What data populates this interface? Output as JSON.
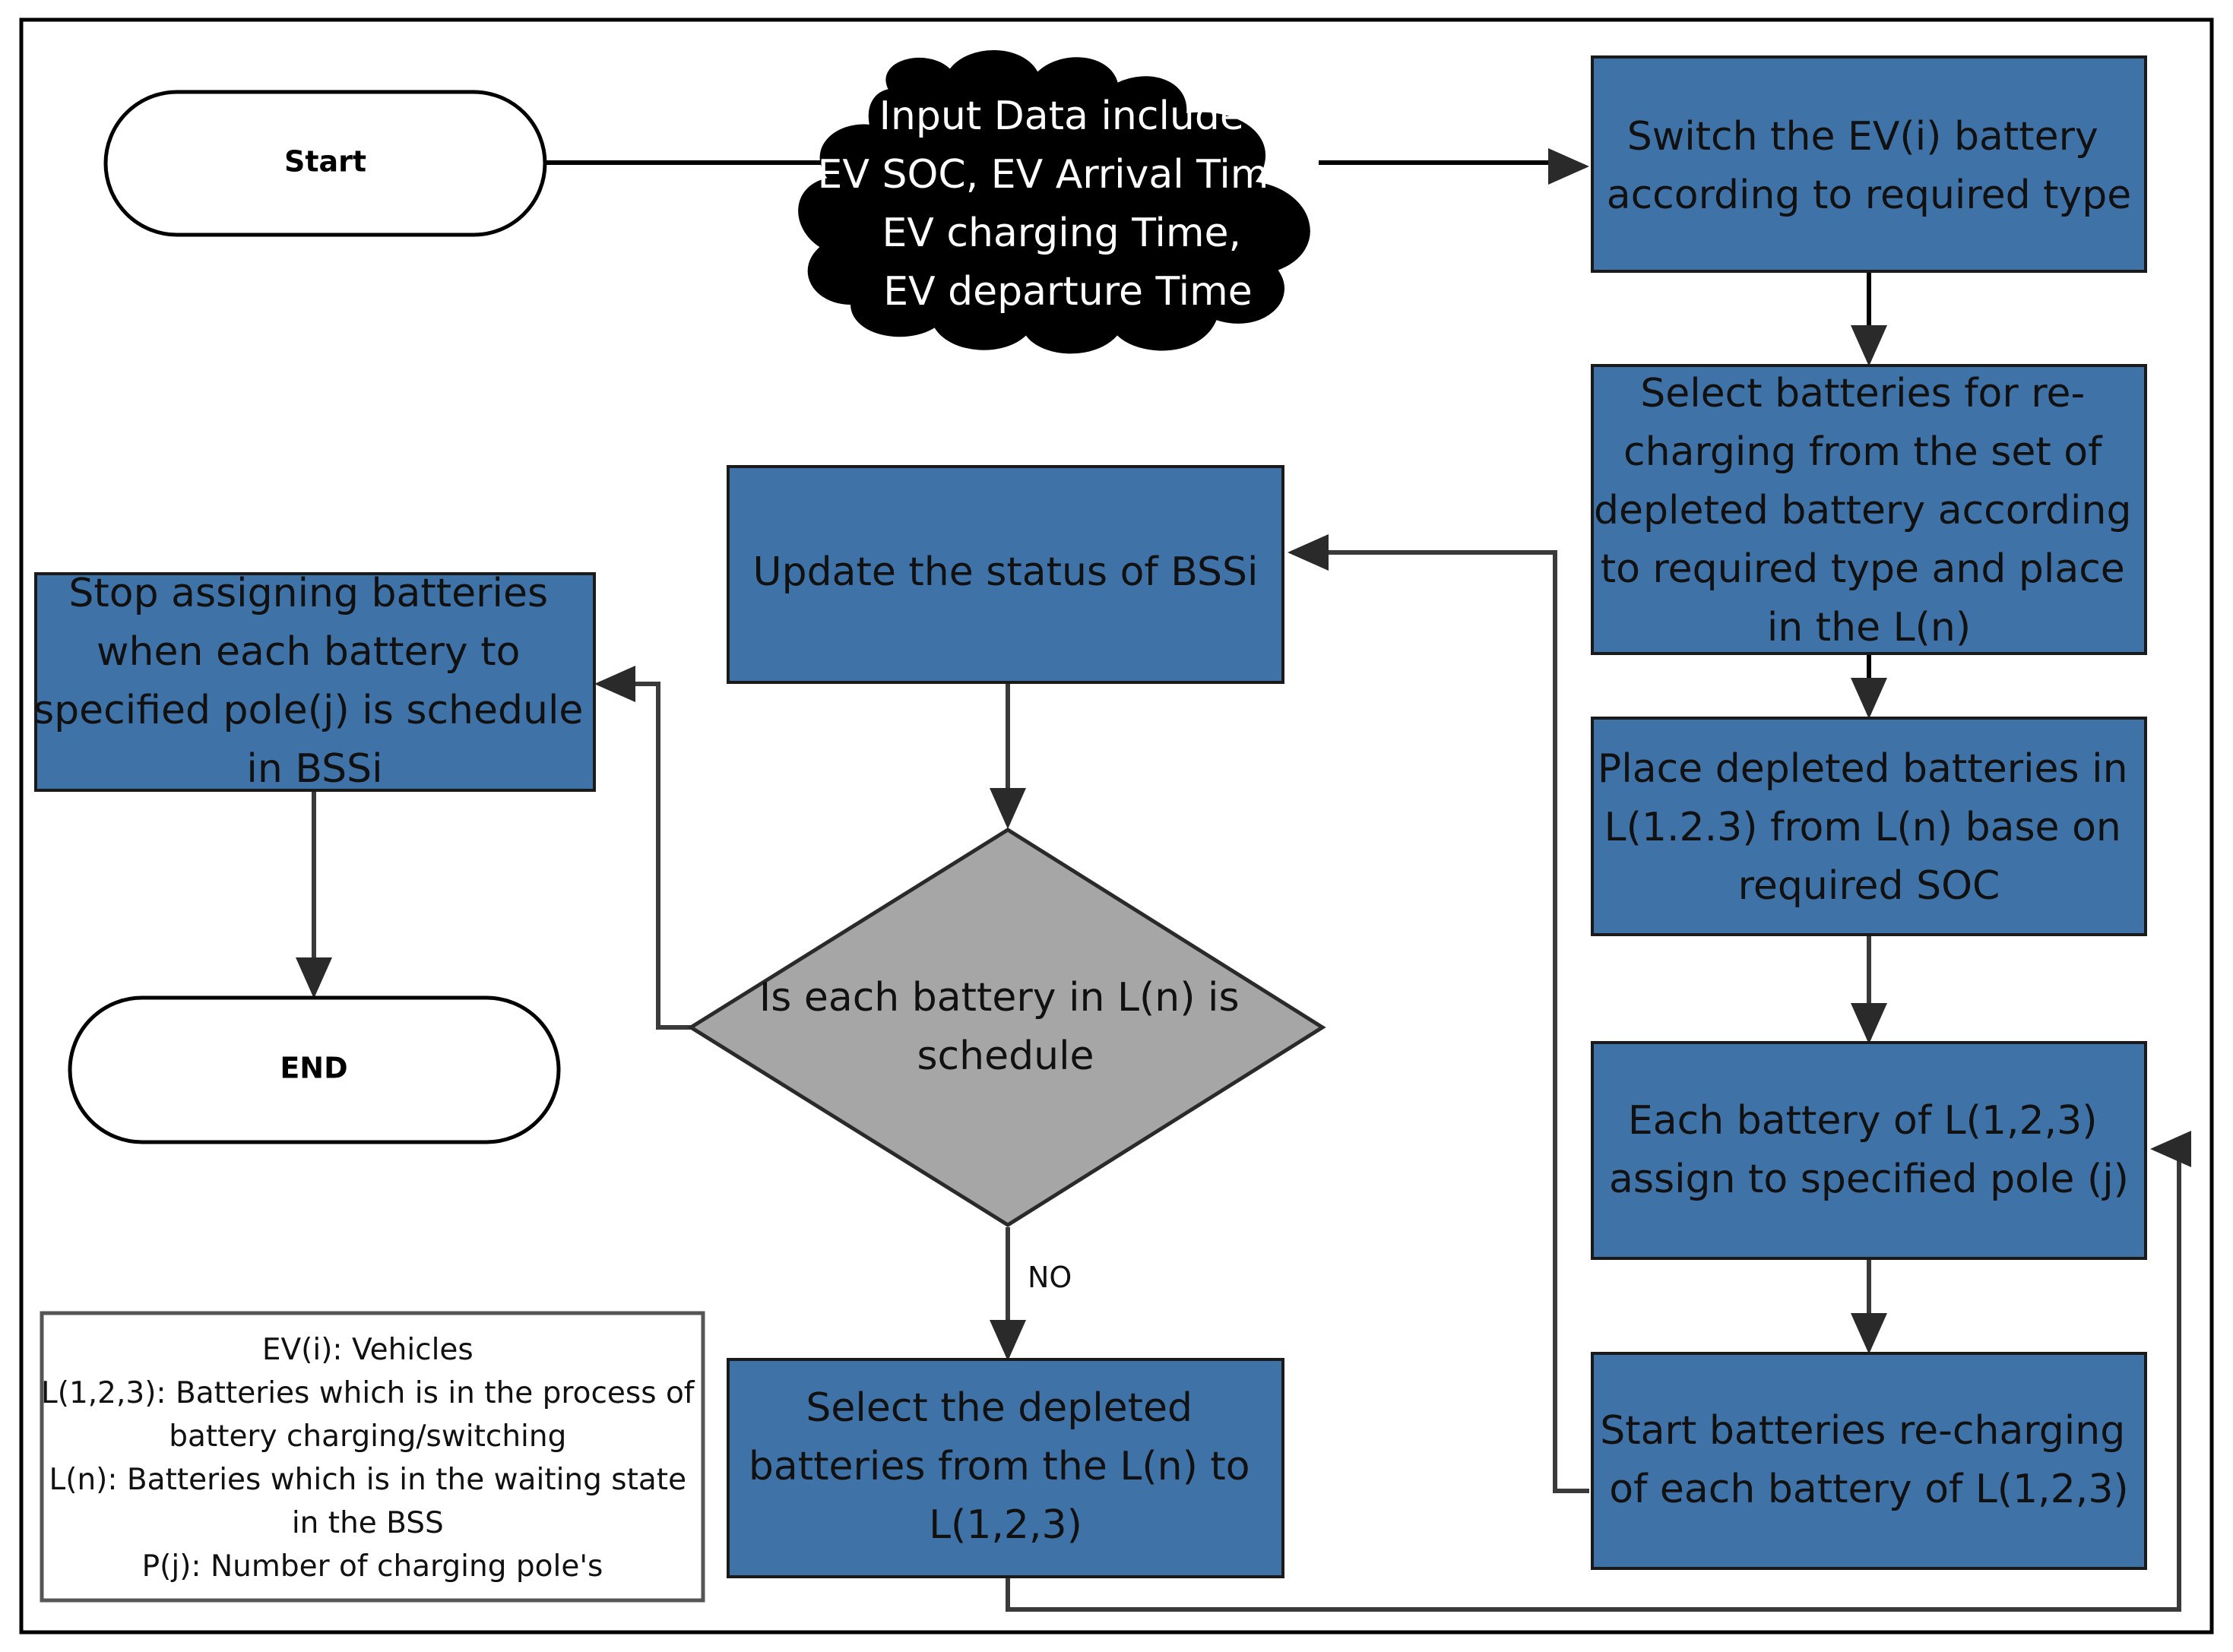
{
  "start": {
    "label": "Start"
  },
  "end": {
    "label": "END"
  },
  "input_cloud": {
    "lines": [
      "Input Data include",
      "EV SOC, EV Arrival Time,",
      "EV charging Time,",
      "EV departure Time"
    ]
  },
  "switch_box": {
    "lines": [
      "Switch the EV(i) battery",
      "according to required type"
    ]
  },
  "select_recharge_box": {
    "lines": [
      "Select batteries for re-",
      "charging from the set of",
      "depleted battery according",
      "to required type and place",
      "in the L(n)"
    ]
  },
  "place_box": {
    "lines": [
      "Place depleted batteries in",
      "L(1.2.3)  from L(n) base on",
      "required SOC"
    ]
  },
  "assign_box": {
    "lines": [
      "Each battery of L(1,2,3)",
      "assign to  specified pole (j)"
    ]
  },
  "start_recharge_box": {
    "lines": [
      "Start batteries re-charging",
      "of each battery  of L(1,2,3)"
    ]
  },
  "update_box": {
    "lines": [
      "Update the status of BSSi"
    ]
  },
  "decision": {
    "lines": [
      "Is each battery in L(n) is",
      "schedule"
    ],
    "no_label": "NO"
  },
  "select_depleted_box": {
    "lines": [
      "Select the depleted",
      "batteries  from the L(n)  to",
      "L(1,2,3)"
    ]
  },
  "stop_box": {
    "lines": [
      "Stop assigning batteries",
      "when each battery to",
      "specified pole(j) is schedule",
      "in BSSi"
    ]
  },
  "legend": {
    "lines": [
      "EV(i): Vehicles",
      "L(1,2,3): Batteries which is in the process of",
      "battery charging/switching",
      "L(n): Batteries which is in the waiting state",
      "in the BSS",
      "P(j): Number of charging pole's"
    ]
  },
  "colors": {
    "process_fill": "#3f72a7",
    "decision_fill": "#a6a6a6",
    "cloud_fill": "#000000",
    "connector": "#3a3a3a"
  }
}
